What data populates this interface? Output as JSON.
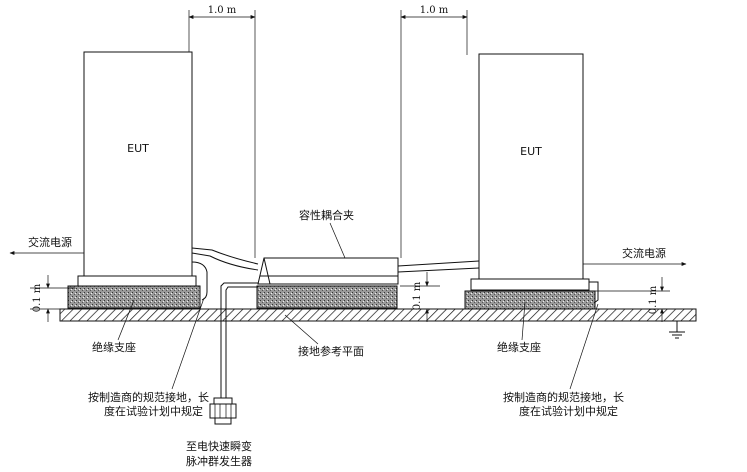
{
  "labels": {
    "eut_left": "EUT",
    "eut_right": "EUT",
    "dim_top_left": "1.0 m",
    "dim_top_right": "1.0 m",
    "dim_height_left": "0.1 m",
    "dim_height_middle": "0.1 m",
    "dim_height_right": "0.1 m",
    "ac_power_left": "交流电源",
    "ac_power_right": "交流电源",
    "coupling_clamp": "容性耦合夹",
    "insulating_support_left": "绝缘支座",
    "insulating_support_right": "绝缘支座",
    "ground_reference_plane": "接地参考平面",
    "grounding_note_left_line1": "按制造商的规范接地，长",
    "grounding_note_left_line2": "度在试验计划中规定",
    "grounding_note_right_line1": "按制造商的规范接地，长",
    "grounding_note_right_line2": "度在试验计划中规定",
    "generator_line1": "至电快速瞬变",
    "generator_line2": "脉冲群发生器"
  },
  "colors": {
    "line": "#111111",
    "support_fill": "#8c8c8c",
    "background": "#ffffff"
  }
}
